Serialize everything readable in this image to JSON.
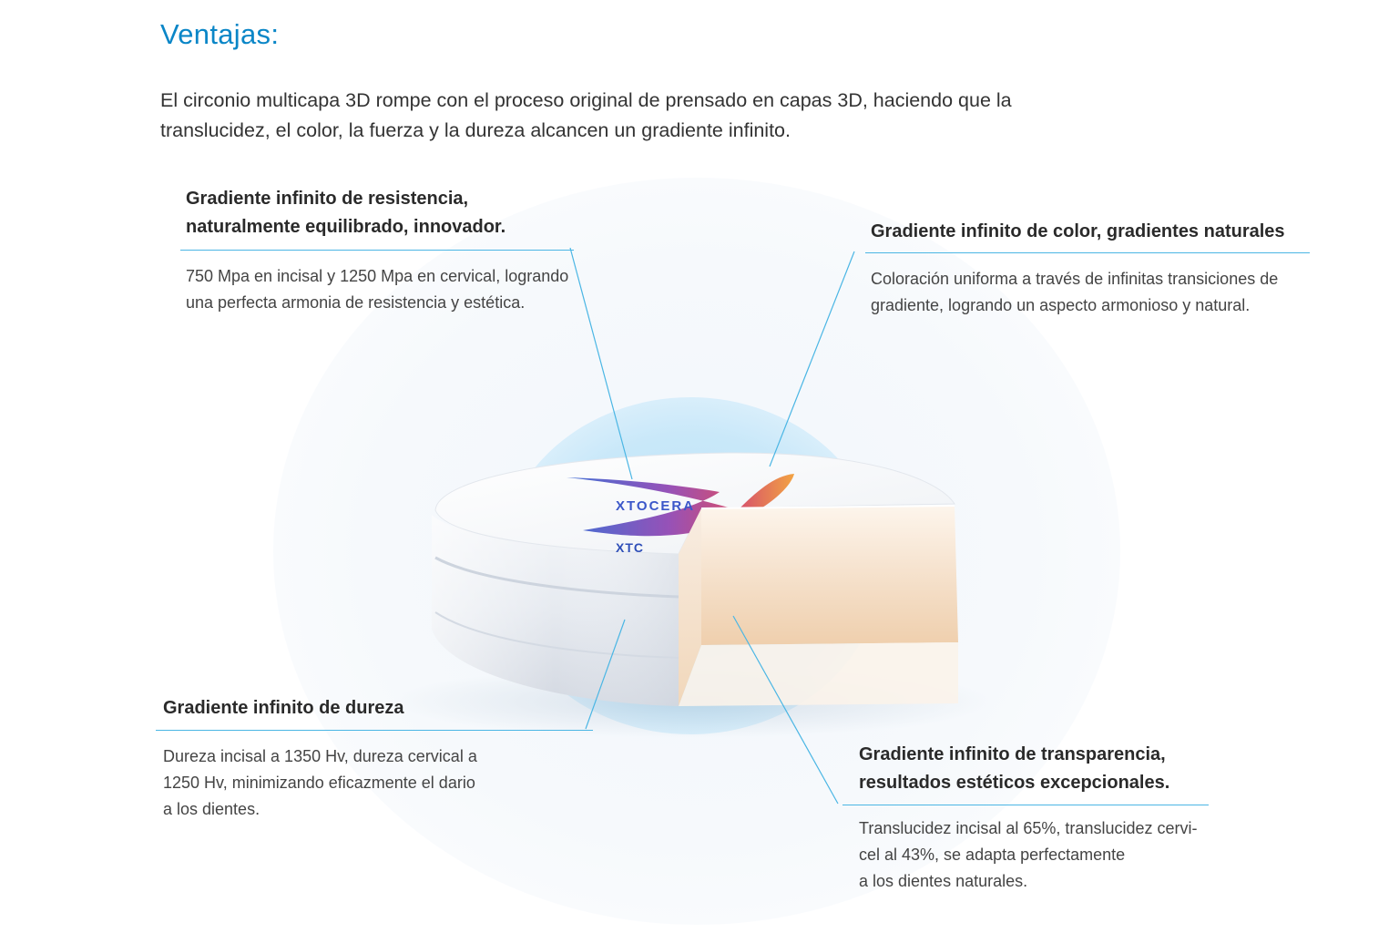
{
  "header": {
    "title": "Ventajas:",
    "intro": "El circonio multicapa 3D rompe con el proceso original de prensado en capas 3D, haciendo que la translucidez, el color, la fuerza y la dureza alcancen un gradiente infinito."
  },
  "features": {
    "resistance": {
      "heading_line1": "Gradiente infinito de resistencia,",
      "heading_line2": "naturalmente equilibrado, innovador.",
      "body": "750 Mpa en incisal y 1250 Mpa en cervical, logrando una perfecta armonia de resistencia y estética."
    },
    "color": {
      "heading": "Gradiente infinito de color, gradientes naturales",
      "body": "Coloración uniforma a través de infinitas transiciones de gradiente, logrando un aspecto armonioso y natural."
    },
    "hardness": {
      "heading": "Gradiente infinito de dureza",
      "body_line1": "Dureza incisal a 1350 Hv, dureza cervical a",
      "body_line2": "1250 Hv, minimizando eficazmente el dario",
      "body_line3": "a los dientes."
    },
    "transparency": {
      "heading_line1": "Gradiente infinito de transparencia,",
      "heading_line2": "resultados estéticos excepcionales.",
      "body_line1": "Translucidez incisal al 65%, translucidez cervi-",
      "body_line2": "cel al 43%, se adapta perfectamente",
      "body_line3": "a los dientes naturales."
    }
  },
  "product": {
    "brand": "XTOCERA",
    "brand_small": "XTC"
  },
  "colors": {
    "title": "#0a86c7",
    "rule": "#4bb6e4",
    "halo_inner": "#b9e1f7",
    "cut_face": "#f3dcc4"
  }
}
